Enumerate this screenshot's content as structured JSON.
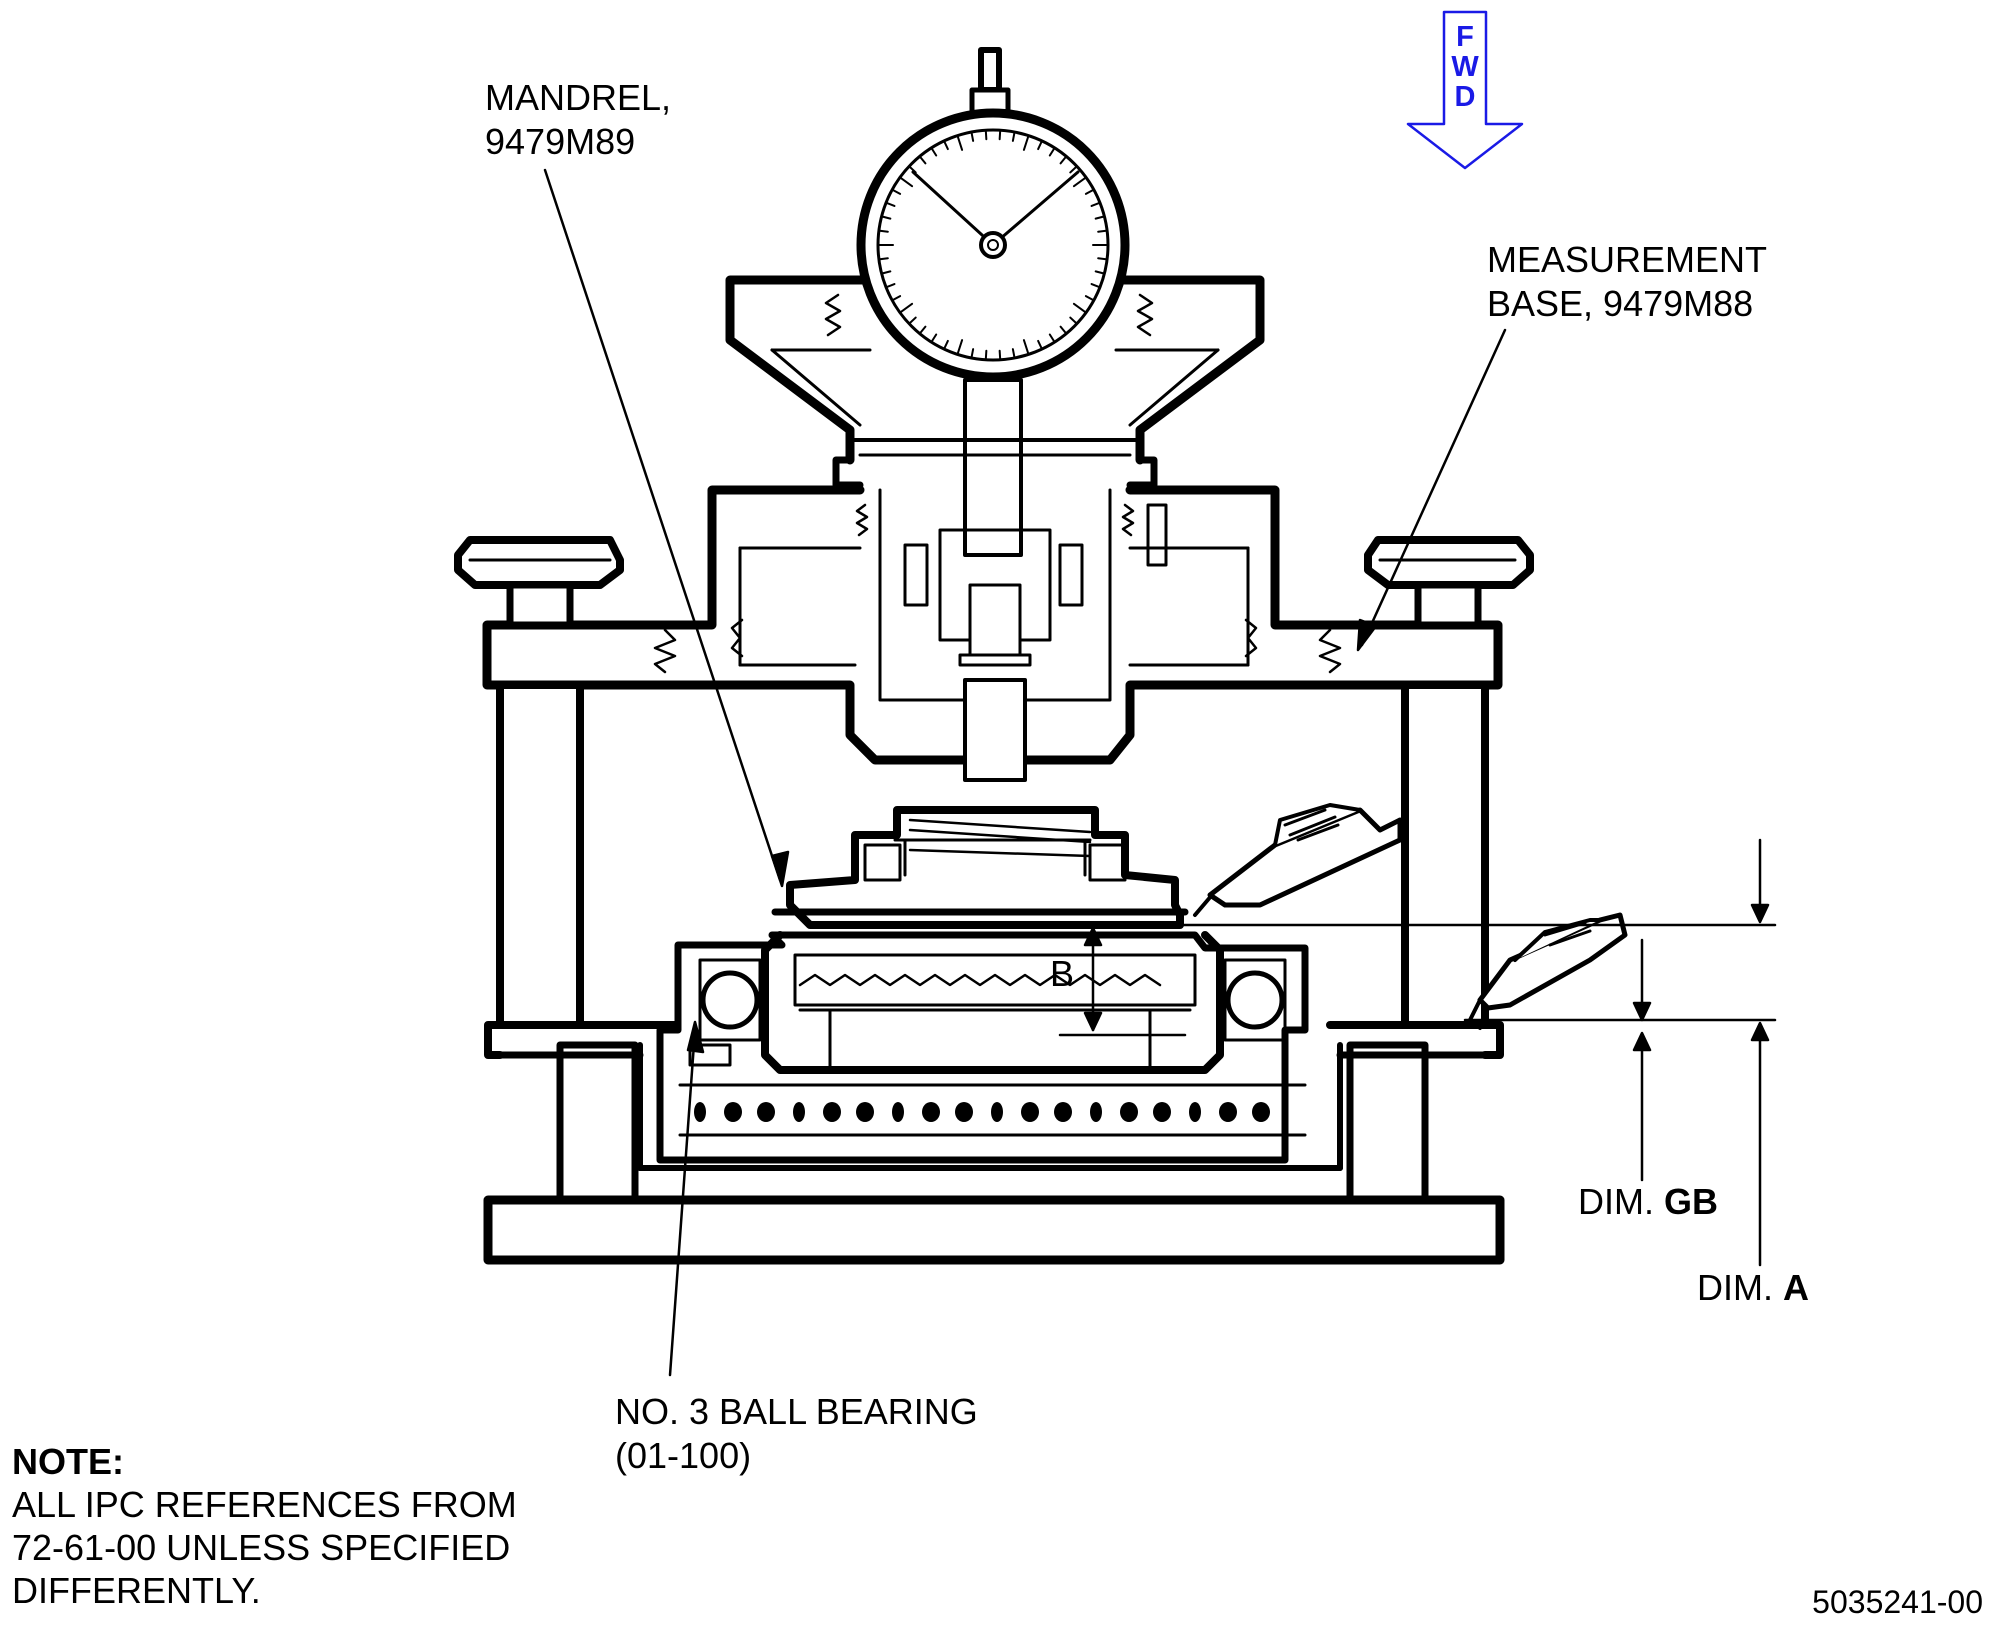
{
  "fwd_indicator": {
    "letters": [
      "F",
      "W",
      "D"
    ],
    "color": "#1a1ae6"
  },
  "labels": {
    "mandrel": [
      "MANDREL,",
      "9479M89"
    ],
    "measurement_base": [
      "MEASUREMENT",
      "BASE, 9479M88"
    ],
    "ball_bearing": [
      "NO. 3 BALL BEARING",
      "(01-100)"
    ],
    "dim_b": "B",
    "dim_gb_prefix": "DIM. ",
    "dim_gb_bold": "GB",
    "dim_a_prefix": "DIM. ",
    "dim_a_bold": "A"
  },
  "note": {
    "heading": "NOTE:",
    "lines": [
      "ALL IPC REFERENCES FROM",
      "72-61-00 UNLESS SPECIFIED",
      "DIFFERENTLY."
    ]
  },
  "figure_number": "5035241-00"
}
